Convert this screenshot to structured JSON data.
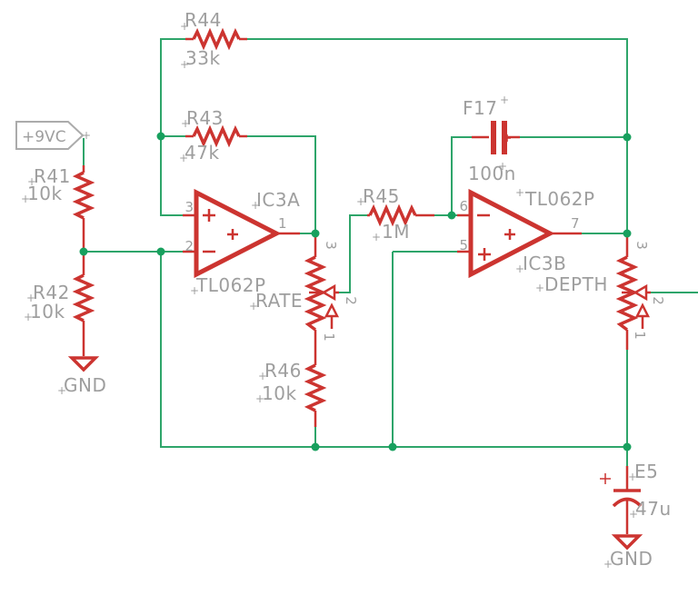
{
  "title": "LFO op-amp schematic section",
  "colors": {
    "wire": "#2ea56a",
    "junction_dot": "#18a05e",
    "component": "#cc3430",
    "label": "#9e9e9e",
    "flag_outline": "#ababab",
    "background": "#ffffff"
  },
  "power": {
    "supply_flag": "+9VC",
    "gnd_left": "GND",
    "gnd_right": "GND"
  },
  "marks": {
    "origin_cross": "+"
  },
  "components": {
    "r41": {
      "ref": "R41",
      "value": "10k"
    },
    "r42": {
      "ref": "R42",
      "value": "10k"
    },
    "r43": {
      "ref": "R43",
      "value": "47k"
    },
    "r44": {
      "ref": "R44",
      "value": "33k"
    },
    "r45": {
      "ref": "R45",
      "value": "1M"
    },
    "r46": {
      "ref": "R46",
      "value": "10k"
    },
    "f17": {
      "ref": "F17",
      "value": "100n"
    },
    "e5": {
      "ref": "E5",
      "value": "47u"
    },
    "opamp_a": {
      "ref": "IC3A",
      "part": "TL062P",
      "pin_noninv": "3",
      "pin_inv": "2",
      "pin_out": "1"
    },
    "opamp_b": {
      "ref": "IC3B",
      "part": "TL062P",
      "pin_inv": "6",
      "pin_noninv": "5",
      "pin_out": "7"
    },
    "rate": {
      "ref": "RATE",
      "pin_top": "3",
      "pin_wiper": "2",
      "pin_bottom": "1"
    },
    "depth": {
      "ref": "DEPTH",
      "pin_top": "3",
      "pin_wiper": "2",
      "pin_bottom": "1"
    }
  }
}
